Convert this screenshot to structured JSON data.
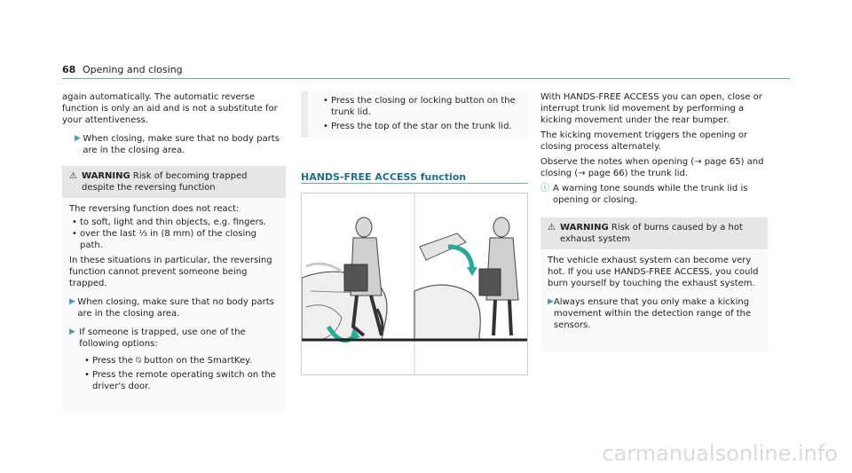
{
  "header": {
    "page_number": "68",
    "title": "Opening and closing"
  },
  "col1": {
    "intro": "again automatically. The automatic reverse function is only an aid and is not a substitute for your attentiveness.",
    "step1": "When closing, make sure that no body parts are in the closing area.",
    "warning": {
      "label": "WARNING",
      "head": "Risk of becoming trapped despite the reversing function",
      "body1": "The reversing function does not react:",
      "b1": "to soft, light and thin objects, e.g. fingers.",
      "b2": "over the last ⅓ in (8 mm) of the closing path.",
      "body2": "In these situations in particular, the reversing function cannot prevent someone being trapped.",
      "step1": "When closing, make sure that no body parts are in the closing area.",
      "step2": "If someone is trapped, use one of the following options:",
      "opt1": "Press the ⍉ button on the SmartKey.",
      "opt2": "Press the remote operating switch on the driver's door."
    }
  },
  "col2": {
    "opt3": "Press the closing or locking button on the trunk lid.",
    "opt4": "Press the top of the star on the trunk lid.",
    "section_title": "HANDS-FREE ACCESS function"
  },
  "col3": {
    "p1": "With HANDS-FREE ACCESS you can open, close or interrupt trunk lid movement by performing a kicking movement under the rear bumper.",
    "p2": "The kicking movement triggers the opening or closing process alternately.",
    "p3": "Observe the notes when opening (→ page 65) and closing (→ page 66) the trunk lid.",
    "note": "A warning tone sounds while the trunk lid is opening or closing.",
    "warning": {
      "label": "WARNING",
      "head": "Risk of burns caused by a hot exhaust system",
      "body": "The vehicle exhaust system can become very hot. If you use HANDS-FREE ACCESS, you could burn yourself by touching the exhaust system.",
      "step": "Always ensure that you only make a kicking movement within the detection range of the sensors."
    }
  },
  "footer": {
    "watermark": "carmanualsonline.info"
  }
}
